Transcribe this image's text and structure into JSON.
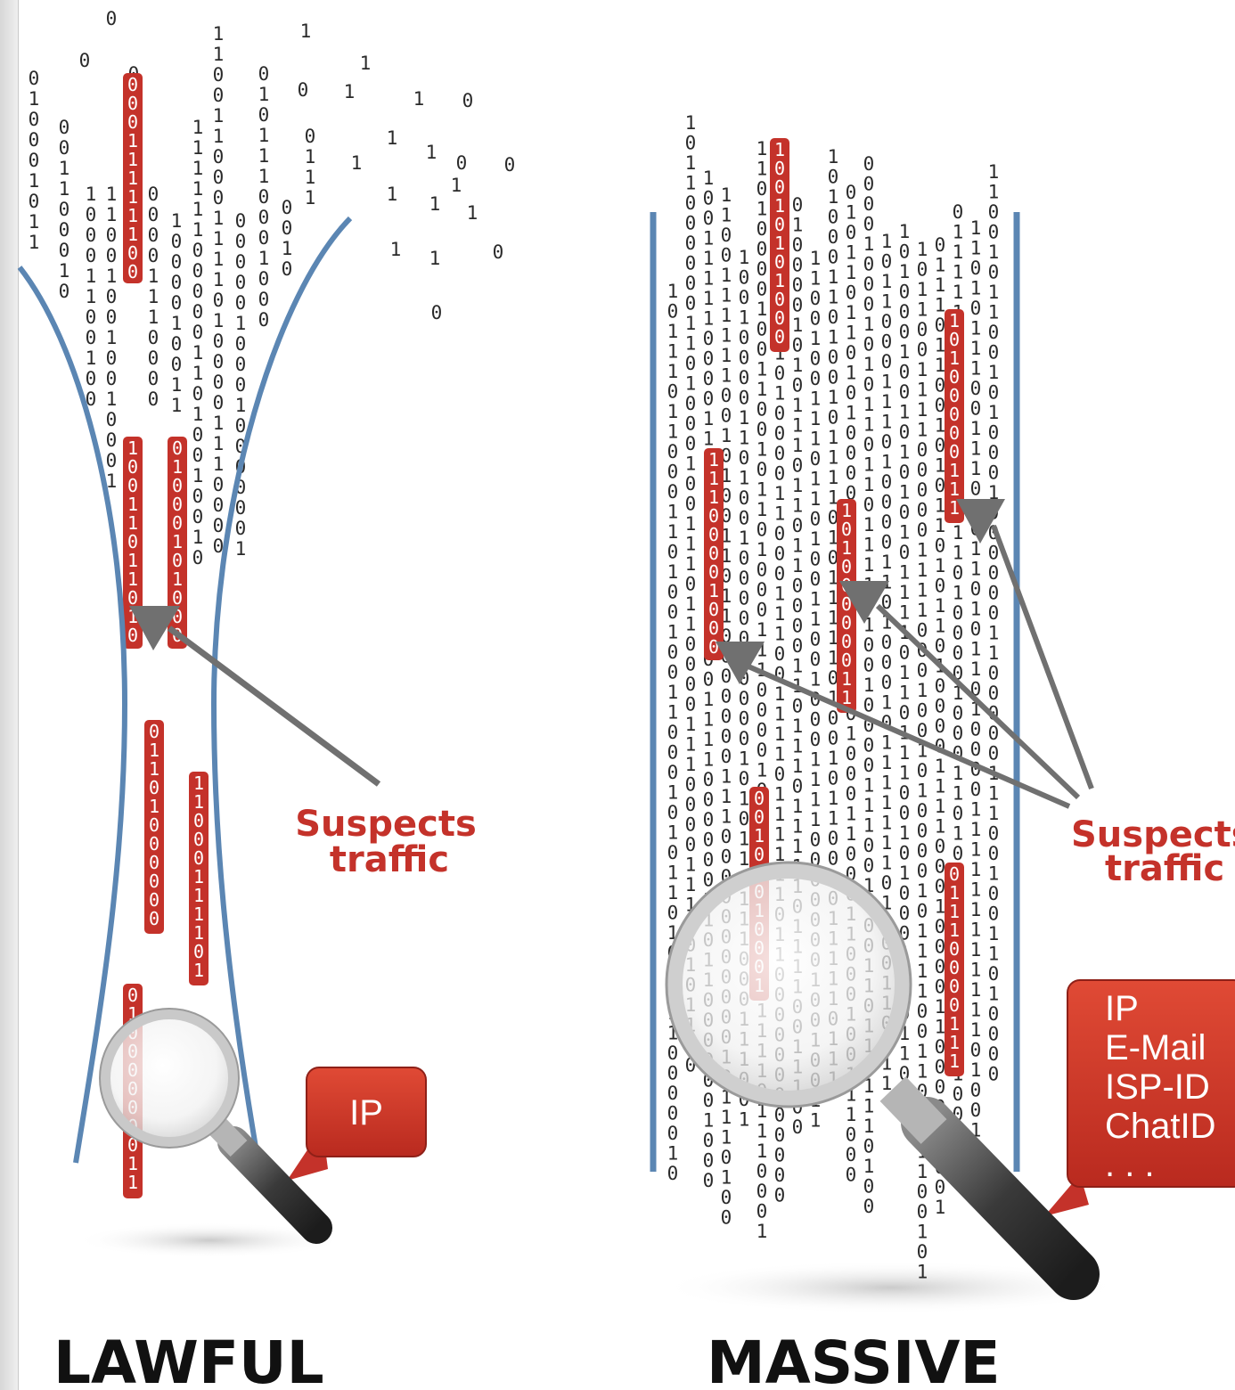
{
  "panels": [
    {
      "id": "lawful",
      "title": "LAWFUL",
      "label_line1": "Suspects",
      "label_line2": "traffic",
      "callout_lines": [
        "IP"
      ]
    },
    {
      "id": "massive",
      "title": "MASSIVE",
      "label_line1": "Suspects",
      "label_line2": "traffic",
      "callout_lines": [
        "IP",
        "E-Mail",
        "ISP-ID",
        "ChatID",
        ". . ."
      ]
    }
  ],
  "colors": {
    "pipe": "#5b86b3",
    "highlight": "#c4322a",
    "arrow": "#707070",
    "callout": "#cf3a2a",
    "title": "#111111",
    "digits": "#2a2a2a"
  },
  "icons": [
    "magnifier-icon"
  ]
}
